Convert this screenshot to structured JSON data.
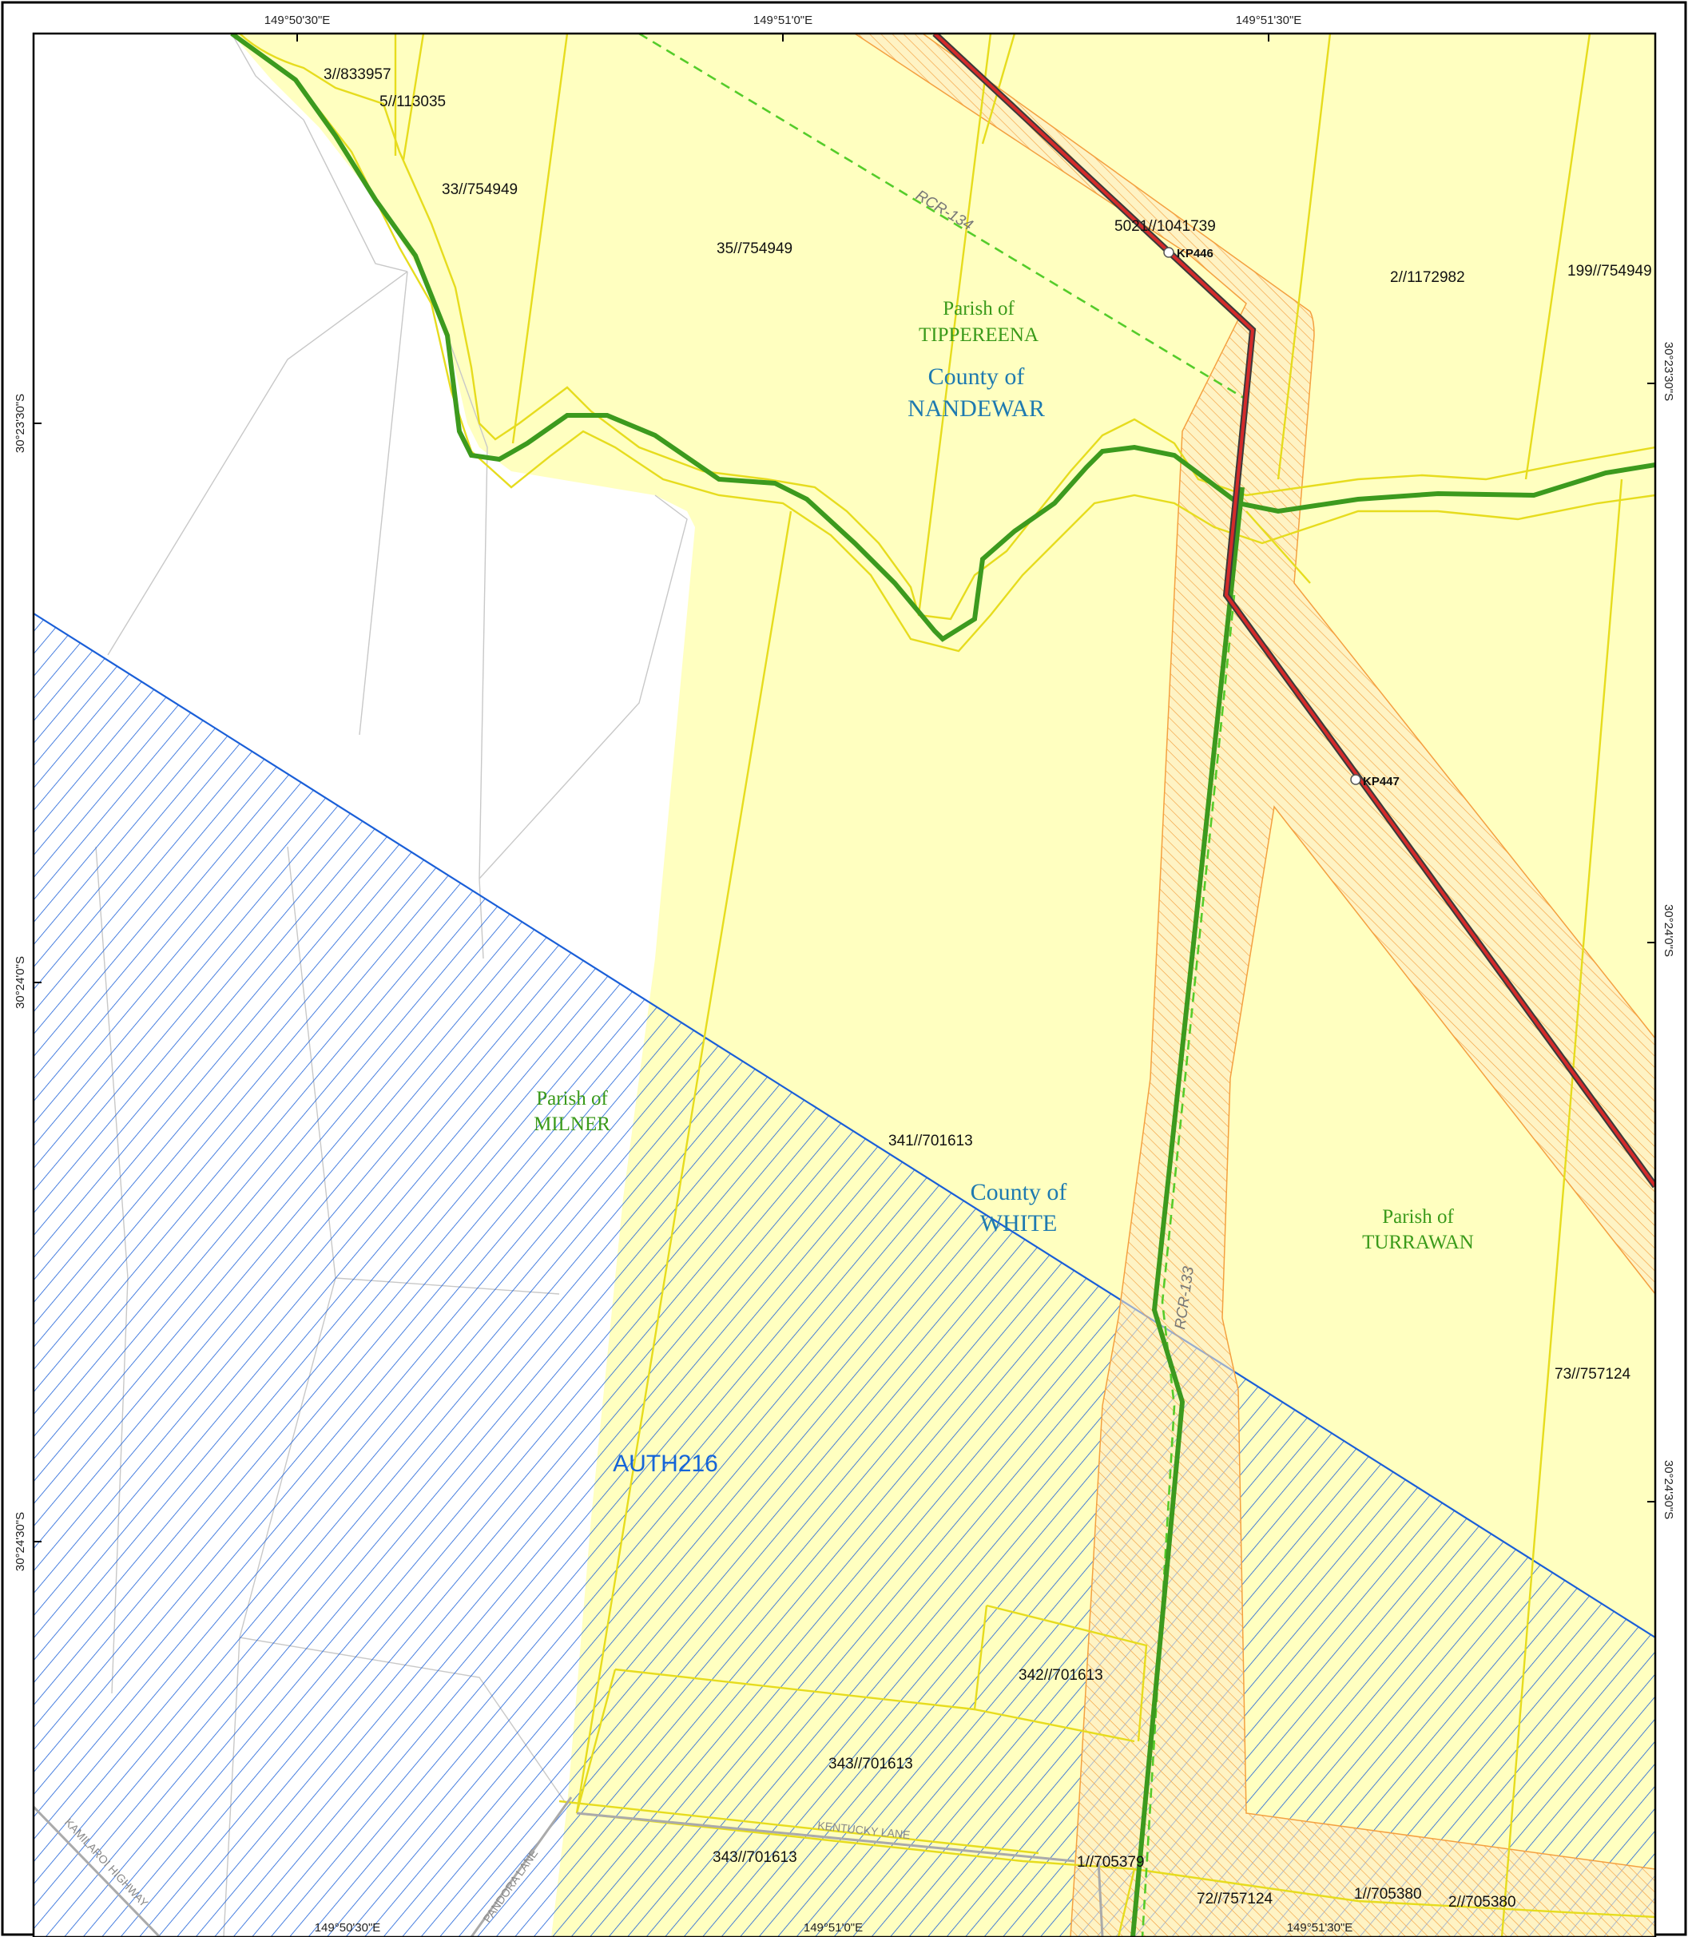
{
  "top_coords": [
    "149°50'30\"E",
    "149°51'0\"E",
    "149°51'30\"E"
  ],
  "bottom_coords": [
    "149°50'30\"E",
    "149°51'0\"E",
    "149°51'30\"E"
  ],
  "left_coords": [
    "30°23'30\"S",
    "30°24'0\"S",
    "30°24'30\"S"
  ],
  "right_coords": [
    "30°23'30\"S",
    "30°24'0\"S",
    "30°24'30\"S"
  ],
  "lots": [
    "3//833957",
    "5//113035",
    "33//754949",
    "35//754949",
    "5021//1041739",
    "2//1172982",
    "199//754949",
    "341//701613",
    "73//757124",
    "342//701613",
    "343//701613",
    "343//701613",
    "1//705379",
    "72//757124",
    "1//705380",
    "2//705380"
  ],
  "kp": [
    "KP446",
    "KP447"
  ],
  "parishes": {
    "tippereena": [
      "Parish of",
      "TIPPEREENA"
    ],
    "milner": [
      "Parish of",
      "MILNER"
    ],
    "turrawan": [
      "Parish of",
      "TURRAWAN"
    ]
  },
  "counties": {
    "nandewar": [
      "County of",
      "NANDEWAR"
    ],
    "white": [
      "County of",
      "WHITE"
    ]
  },
  "authority": "AUTH216",
  "routes": [
    "RCR-134",
    "RCR-133"
  ],
  "roads": [
    "KENTUCKY LANE",
    "KAMILAROI HIGHWAY",
    "PANDORA LANE"
  ],
  "colors": {
    "parcel_fill": "#ffffc0",
    "parcel_edge": "#e6dc1e",
    "boundary_green": "#3c9a1e",
    "pipeline_red": "#8b1a1a",
    "corridor_orange": "#f4a040",
    "auth_blue": "#1a5fd8"
  }
}
